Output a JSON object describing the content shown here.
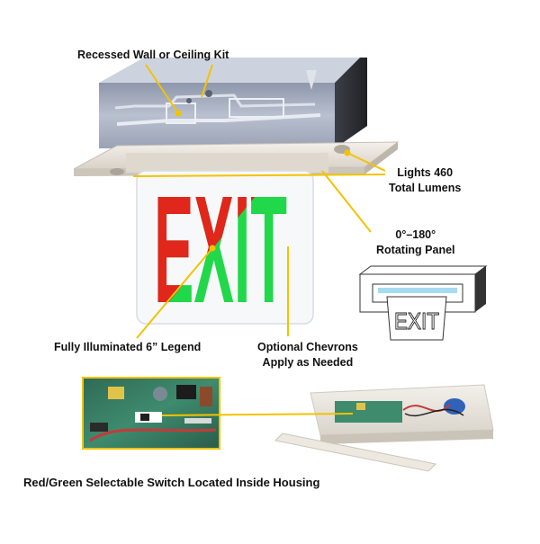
{
  "callouts": {
    "kit": "Recessed Wall or Ceiling Kit",
    "lights_line1": "Lights 460",
    "lights_line2": "Total Lumens",
    "panel_line1": "0°–180°",
    "panel_line2": "Rotating Panel",
    "legend": "Fully Illuminated 6” Legend",
    "chevrons_line1": "Optional Chevrons",
    "chevrons_line2": "Apply as Needed",
    "switch": "Red/Green Selectable Switch Located Inside Housing"
  },
  "sign": {
    "legend_text": "EXIT",
    "inset_legend_text": "EXIT"
  },
  "colors": {
    "leader_line": "#f2c300",
    "legend_red": "#e1261c",
    "legend_green": "#21d84a",
    "housing": "#a7b0c2",
    "trim": "#ece7df"
  }
}
